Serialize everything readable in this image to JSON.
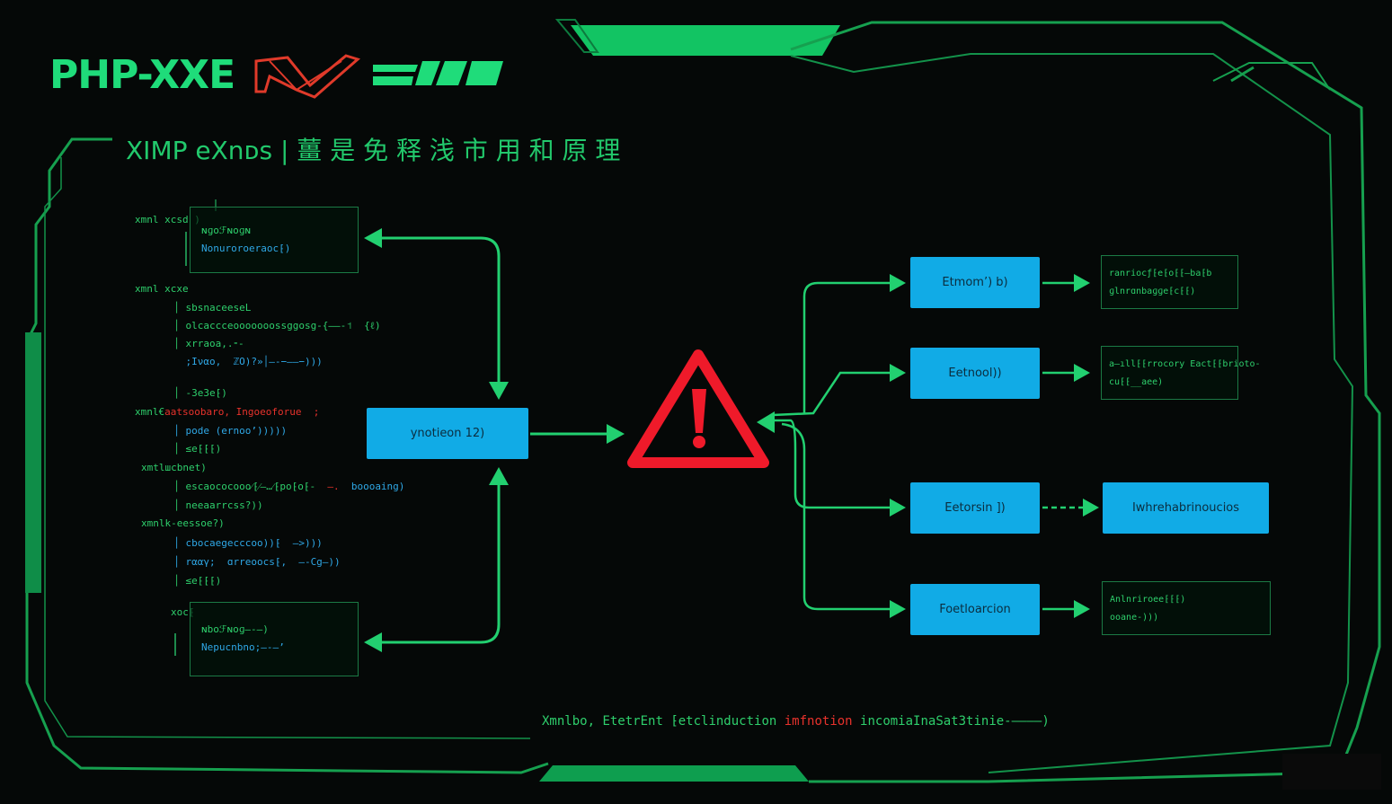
{
  "logo": {
    "text": "PHP-XXE"
  },
  "title": "XIMP  eXnᴅs |  薑 是 免 释 浅 市 用 和 原 理",
  "left_code": {
    "label1": "xmnl xcsd )",
    "label2": "xmnl xcxe",
    "line1": "  │ sbsnaceeseL",
    "line2": "  │ olcaccceooooooossggosg‐{——‐˦  {ℓ)",
    "line3": "  │ xrraoa,.⁃‐",
    "line4": "    ;Iναο,  ℤO)?»│—‐−–—−)))",
    "line5": "  │ ‑3e3e⁅)",
    "label3_g": "xmnl€",
    "label3_r": "aatsoobaro, Ingoeoforue  ;",
    "line6": "  │ pode (ernoo’)))))",
    "line7": "  │ ≤e⁅⁅⁅)",
    "label4": "xmtlшсbnet)",
    "line8a": "  │ escaococooo⁄⁅⁄–…⁄⁅po⁅o⁅‐",
    "line8b": "  —.",
    "line8c": "  boooaing)",
    "line9": "  │ neeaarrcss?))",
    "label5": "xmnlk‐eessoe?)",
    "line10": "  │ cbocaegecccoo))⁅  —>)))",
    "line11": "  │ rααγ;  ɑrreoocs⁅,  —‐Cg—))",
    "line12": "  │ ≤e⁅⁅⁅)",
    "label6": "xoc⁅"
  },
  "box_top": {
    "line1": "ɴɡoℱɴoɡɴ",
    "line2": "Nonuroroeraoc⁅)"
  },
  "box_bottom": {
    "line1": "ɴboℱɴoɡ—‐—)",
    "line2": "Nepucnbno;—‐—’"
  },
  "center_box": "ynotieon 12)",
  "warning_icon": "warning-triangle",
  "right_boxes": [
    {
      "label": "Etmom’) b)",
      "out": {
        "line1": "ranriocƒ⁅e⁅o⁅⁅—ba⁅b",
        "line2": "ɡlnrɑnbaɡɡe⁅c⁅⁅)"
      }
    },
    {
      "label": "Eetnool))",
      "out": {
        "line1": "a—ıll⁅⁅rrocory Eact⁅⁅brioto‐",
        "line2": "cu⁅⁅__aee)"
      }
    },
    {
      "label": "Eetorsin ])",
      "out_box": "Iwhrehabrinoucios"
    },
    {
      "label": "Foetloarcion",
      "out": {
        "line1": "Anlnriroee⁅⁅⁅)",
        "line2": "ooane‐)))"
      }
    }
  ],
  "footer": {
    "part1": "Xmnlbo,",
    "part2": " EtetrEnt ⁅etclinduction",
    "part3": "  imfnotion",
    "part4": "  incomiaInaSat3tinie‐————)"
  },
  "colors": {
    "accent": "#1fdc7a",
    "blue": "#11abe6",
    "warning": "#ef1a2a",
    "frame": "#17a24f"
  }
}
